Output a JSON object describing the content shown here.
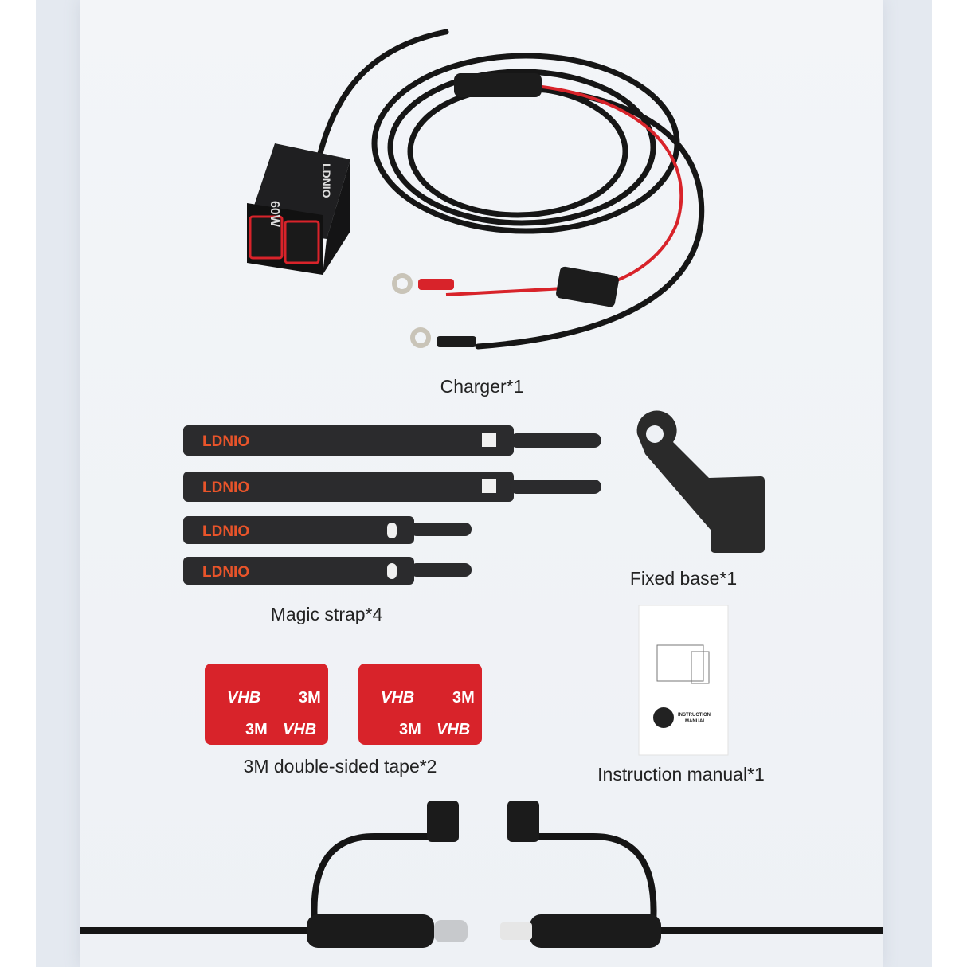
{
  "items": [
    {
      "label": "Charger*1"
    },
    {
      "label": "Magic strap*4"
    },
    {
      "label": "Fixed base*1"
    },
    {
      "label": "3M double-sided tape*2"
    },
    {
      "label": "Instruction manual*1"
    }
  ],
  "charger": {
    "brand": "LDNIO",
    "power": "60W"
  },
  "strap": {
    "brand": "LDNIO"
  },
  "tape": {
    "brand_a": "3M",
    "brand_b": "VHB"
  },
  "manual": {
    "title_line1": "INSTRUCTION",
    "title_line2": "MANUAL"
  },
  "colors": {
    "accent_red": "#d8232a",
    "strap_logo": "#e8542a",
    "product_black": "#1c1c1e"
  }
}
